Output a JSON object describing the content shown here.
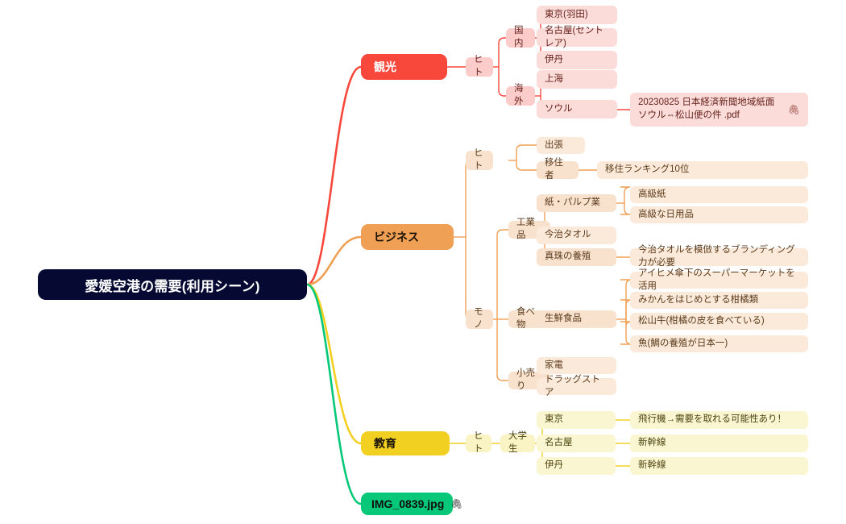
{
  "diagram": {
    "type": "mindmap",
    "background": "#ffffff",
    "root": {
      "text": "愛媛空港の需要(利用シーン)",
      "color": "#060a32",
      "text_color": "#ffffff"
    },
    "branches": [
      {
        "id": "tourism",
        "label": "観光",
        "color": "#f8483c",
        "mid_color": "#fbccc9",
        "leaf_color": "#fcdcd9",
        "children": [
          {
            "label": "ヒト",
            "children": [
              {
                "label": "国内",
                "children": [
                  {
                    "label": "東京(羽田)"
                  },
                  {
                    "label": "名古屋(セントレア)"
                  },
                  {
                    "label": "伊丹"
                  }
                ]
              },
              {
                "label": "海外",
                "children": [
                  {
                    "label": "上海"
                  },
                  {
                    "label": "ソウル",
                    "children": [
                      {
                        "label": "20230825 日本経済新聞地域紙面 ソウル⇔松山便の件 .pdf",
                        "attachment": true,
                        "attachment_icon": "paperclip-icon"
                      }
                    ]
                  }
                ]
              }
            ]
          }
        ]
      },
      {
        "id": "business",
        "label": "ビジネス",
        "color": "#f0a055",
        "mid_color": "#f8e2cd",
        "leaf_color": "#fbeada",
        "children": [
          {
            "label": "ヒト",
            "children": [
              {
                "label": "出張"
              },
              {
                "label": "移住者",
                "children": [
                  {
                    "label": "移住ランキング10位"
                  }
                ]
              }
            ]
          },
          {
            "label": "モノ",
            "children": [
              {
                "label": "工業品",
                "children": [
                  {
                    "label": "紙・パルプ業",
                    "children": [
                      {
                        "label": "高級紙"
                      },
                      {
                        "label": "高級な日用品"
                      }
                    ]
                  },
                  {
                    "label": "今治タオル"
                  },
                  {
                    "label": "真珠の養殖",
                    "children": [
                      {
                        "label": "今治タオルを模倣するブランディング力が必要"
                      }
                    ]
                  }
                ]
              },
              {
                "label": "食べ物",
                "children": [
                  {
                    "label": "生鮮食品",
                    "children": [
                      {
                        "label": "アイヒメ傘下のスーパーマーケットを活用"
                      },
                      {
                        "label": "みかんをはじめとする柑橘類"
                      },
                      {
                        "label": "松山牛(柑橘の皮を食べている)"
                      },
                      {
                        "label": "魚(鯛の養殖が日本一)"
                      }
                    ]
                  }
                ]
              },
              {
                "label": "小売り",
                "children": [
                  {
                    "label": "家電"
                  },
                  {
                    "label": "ドラッグストア"
                  }
                ]
              }
            ]
          }
        ]
      },
      {
        "id": "education",
        "label": "教育",
        "color": "#f2d022",
        "mid_color": "#faf3c4",
        "leaf_color": "#fbf6d2",
        "children": [
          {
            "label": "ヒト",
            "children": [
              {
                "label": "大学生",
                "children": [
                  {
                    "label": "東京",
                    "children": [
                      {
                        "label": "飛行機→需要を取れる可能性あり！"
                      }
                    ]
                  },
                  {
                    "label": "名古屋",
                    "children": [
                      {
                        "label": "新幹線"
                      }
                    ]
                  },
                  {
                    "label": "伊丹",
                    "children": [
                      {
                        "label": "新幹線"
                      }
                    ]
                  }
                ]
              }
            ]
          }
        ]
      },
      {
        "id": "attachment",
        "label": "IMG_0839.jpg",
        "color": "#06c878",
        "attachment": true,
        "attachment_icon": "paperclip-icon",
        "children": []
      }
    ]
  },
  "nodes": {
    "root": "愛媛空港の需要(利用シーン)",
    "tourism": "観光",
    "tourism_hito": "ヒト",
    "tourism_domestic": "国内",
    "tourism_tokyo": "東京(羽田)",
    "tourism_nagoya": "名古屋(セントレア)",
    "tourism_itami": "伊丹",
    "tourism_overseas": "海外",
    "tourism_shanghai": "上海",
    "tourism_seoul": "ソウル",
    "tourism_pdf": "20230825 日本経済新聞地域紙面 ソウル⇔松山便の件 .pdf",
    "business": "ビジネス",
    "business_hito": "ヒト",
    "business_trip": "出張",
    "business_migrant": "移住者",
    "business_migrant_rank": "移住ランキング10位",
    "business_mono": "モノ",
    "business_industrial": "工業品",
    "business_paper": "紙・パルプ業",
    "business_paper_high": "高級紙",
    "business_paper_goods": "高級な日用品",
    "business_towel": "今治タオル",
    "business_pearl": "真珠の養殖",
    "business_pearl_note": "今治タオルを模倣するブランディング力が必要",
    "business_food": "食べ物",
    "business_fresh": "生鮮食品",
    "business_fresh_1": "アイヒメ傘下のスーパーマーケットを活用",
    "business_fresh_2": "みかんをはじめとする柑橘類",
    "business_fresh_3": "松山牛(柑橘の皮を食べている)",
    "business_fresh_4": "魚(鯛の養殖が日本一)",
    "business_retail": "小売り",
    "business_retail_1": "家電",
    "business_retail_2": "ドラッグストア",
    "education": "教育",
    "education_hito": "ヒト",
    "education_student": "大学生",
    "education_tokyo": "東京",
    "education_tokyo_note": "飛行機→需要を取れる可能性あり！",
    "education_nagoya": "名古屋",
    "education_nagoya_note": "新幹線",
    "education_itami": "伊丹",
    "education_itami_note": "新幹線",
    "attachment_img": "IMG_0839.jpg",
    "clip": "🖇"
  }
}
